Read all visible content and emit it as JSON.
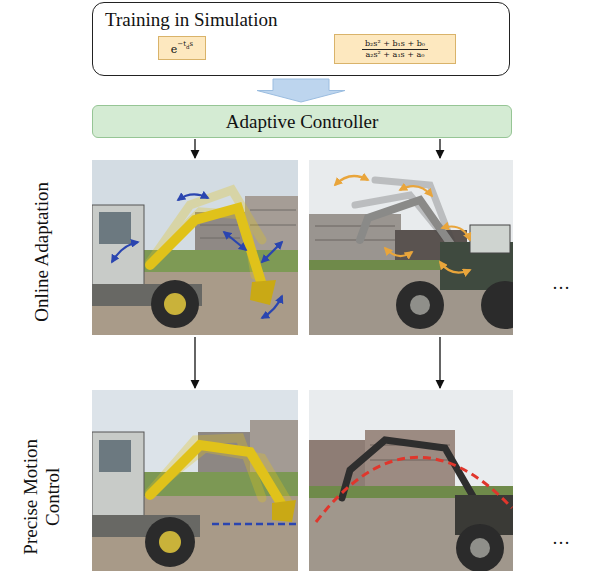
{
  "diagram": {
    "nodes": [
      {
        "text": [
          "Training in Simulation"
        ]
      },
      {
        "text": [
          "e",
          "−t",
          "d",
          "s"
        ],
        "in": 0
      },
      {
        "text": [
          "b₂s² + b₁s + b₀",
          "a₂s² + a₁s + a₀"
        ],
        "in": 0
      },
      {
        "text": [
          "Adaptive Controller"
        ]
      }
    ],
    "edges": [
      {
        "from": 0,
        "to": 3,
        "arrow": "to"
      }
    ],
    "labels": [
      "Online Adaptation",
      "Precise Motion Control",
      "…",
      "…"
    ]
  }
}
